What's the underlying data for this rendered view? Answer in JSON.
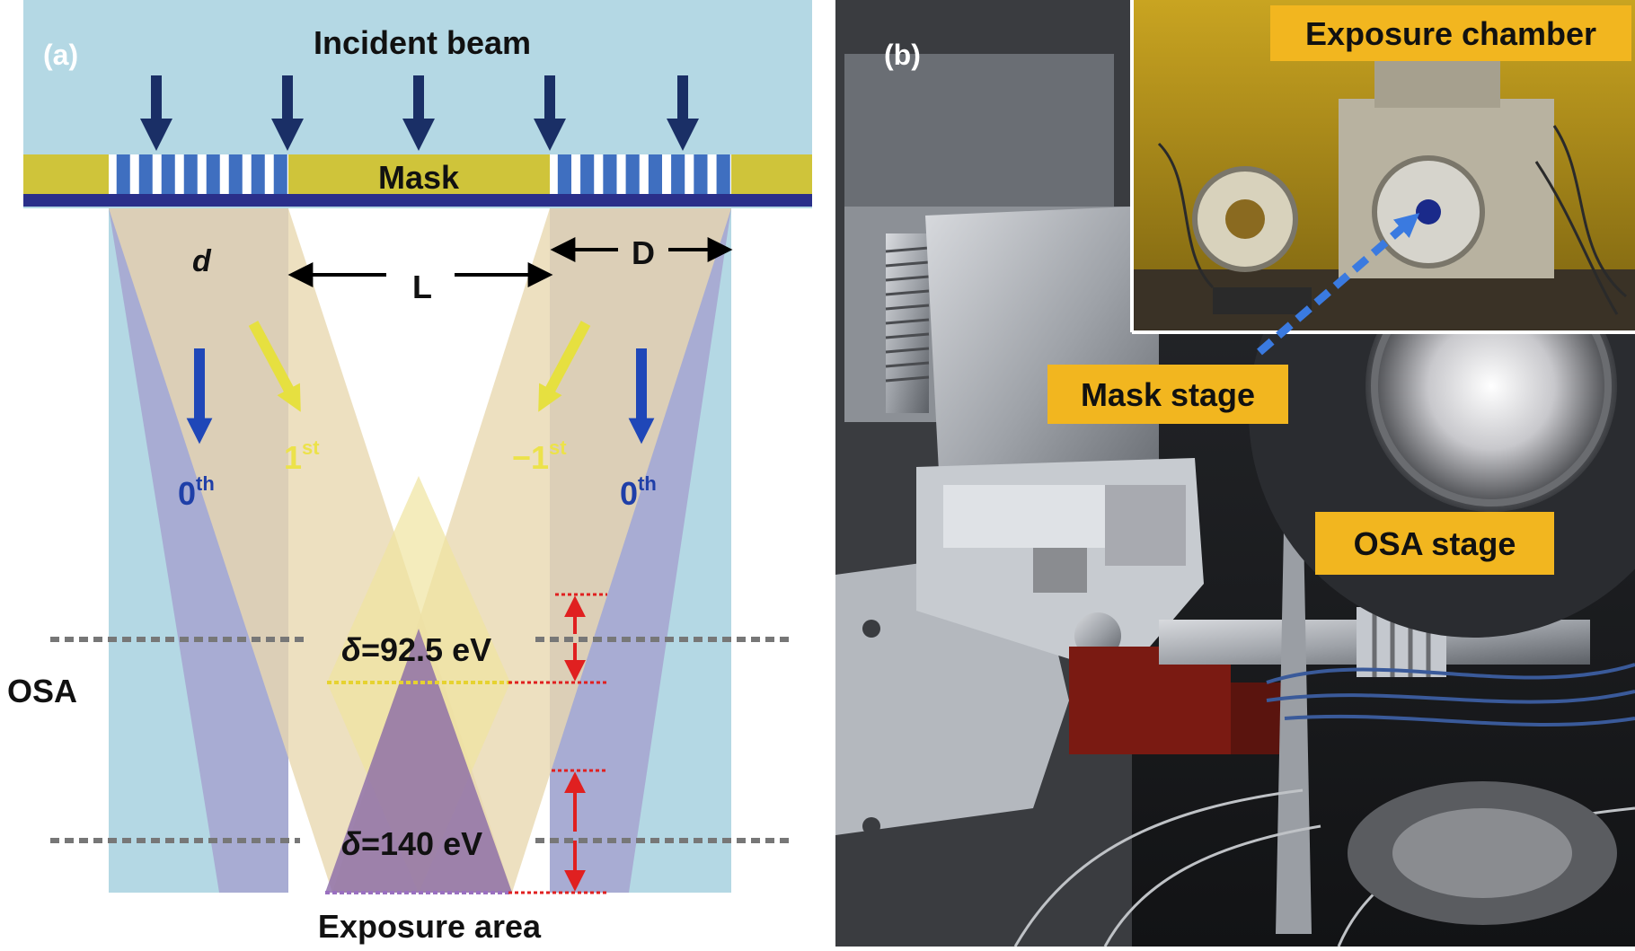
{
  "panel_a": {
    "panel_label": "(a)",
    "incident_beam": "Incident beam",
    "mask": "Mask",
    "d": "d",
    "L": "L",
    "D": "D",
    "order_zero": "0",
    "order_zero_sup": "th",
    "order_first": "1",
    "order_first_sup": "st",
    "order_neg_first": "−1",
    "order_neg_first_sup": "st",
    "osa": "OSA",
    "delta_symbol": "δ",
    "delta_1_value": "=92.5 eV",
    "delta_2_value": "=140 eV",
    "exposure_area": "Exposure area"
  },
  "panel_b": {
    "panel_label": "(b)",
    "exposure_chamber": "Exposure chamber",
    "mask_stage": "Mask stage",
    "osa_stage": "OSA stage"
  },
  "colors": {
    "sky": "#b4d8e4",
    "mask_gold": "#cfc43a",
    "grating_blue": "#3f6fc0",
    "arrow_navy": "#1a2f66",
    "first_order_yellow": "#f0e840",
    "label_orange": "#f2b61f",
    "red_marker": "#e02020"
  }
}
